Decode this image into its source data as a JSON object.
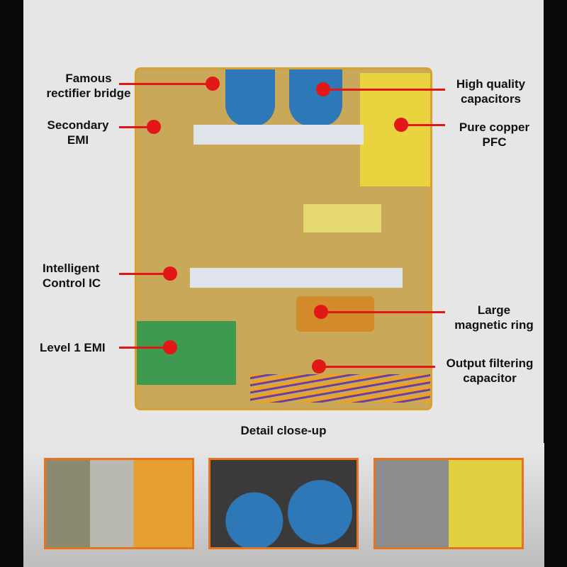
{
  "labels": {
    "rectifier": "Famous rectifier bridge",
    "rectifier_l1": "Famous",
    "rectifier_l2": "rectifier bridge",
    "secondary_l1": "Secondary",
    "secondary_l2": "EMI",
    "ic_l1": "Intelligent",
    "ic_l2": "Control IC",
    "level1": "Level 1 EMI",
    "caps_l1": "High quality",
    "caps_l2": "capacitors",
    "pfc_l1": "Pure copper",
    "pfc_l2": "PFC",
    "ring_l1": "Large",
    "ring_l2": "magnetic ring",
    "output_l1": "Output filtering",
    "output_l2": "capacitor"
  },
  "caption": "Detail close-up",
  "colors": {
    "accent": "#e21818",
    "frame": "#e8731e",
    "board": "#c9a85a"
  }
}
